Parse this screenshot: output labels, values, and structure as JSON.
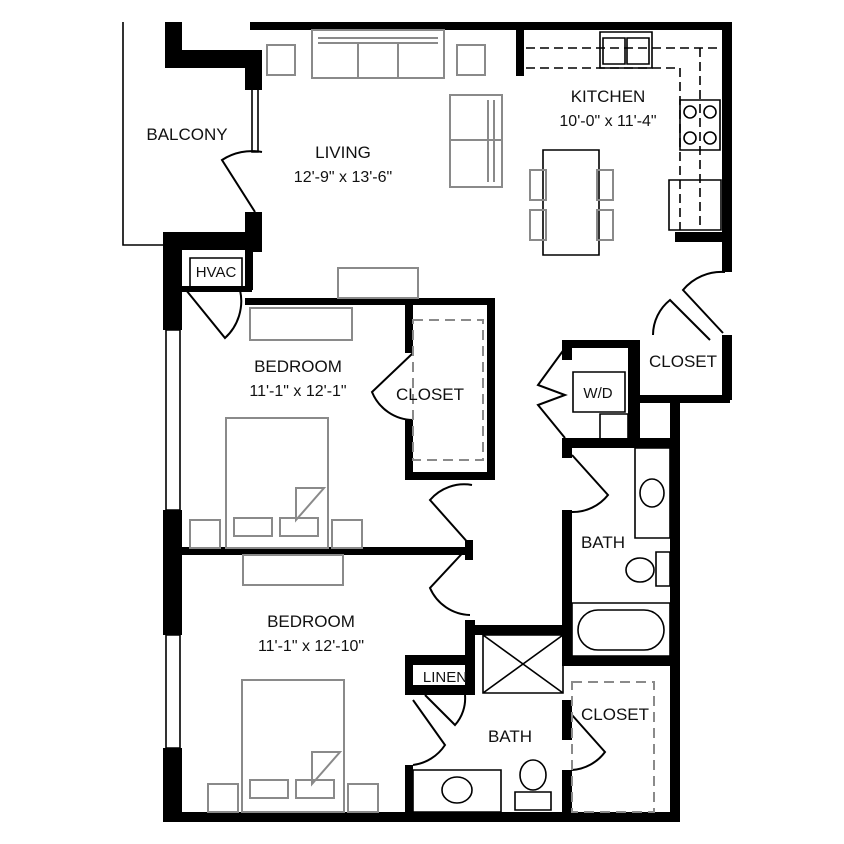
{
  "rooms": {
    "balcony": {
      "name": "BALCONY"
    },
    "living": {
      "name": "LIVING",
      "size": "12'-9\" x 13'-6\""
    },
    "kitchen": {
      "name": "KITCHEN",
      "size": "10'-0\" x 11'-4\""
    },
    "hvac": {
      "name": "HVAC"
    },
    "bedroom1": {
      "name": "BEDROOM",
      "size": "11'-1\" x 12'-1\""
    },
    "closet1": {
      "name": "CLOSET"
    },
    "closet_hall": {
      "name": "CLOSET"
    },
    "laundry": {
      "name": "W/D"
    },
    "bath1": {
      "name": "BATH"
    },
    "bedroom2": {
      "name": "BEDROOM",
      "size": "11'-1\" x 12'-10\""
    },
    "linen": {
      "name": "LINEN"
    },
    "bath2": {
      "name": "BATH"
    },
    "closet2": {
      "name": "CLOSET"
    }
  },
  "colors": {
    "walls": "#000000",
    "furniture": "#8a8a8a",
    "background": "#ffffff"
  }
}
